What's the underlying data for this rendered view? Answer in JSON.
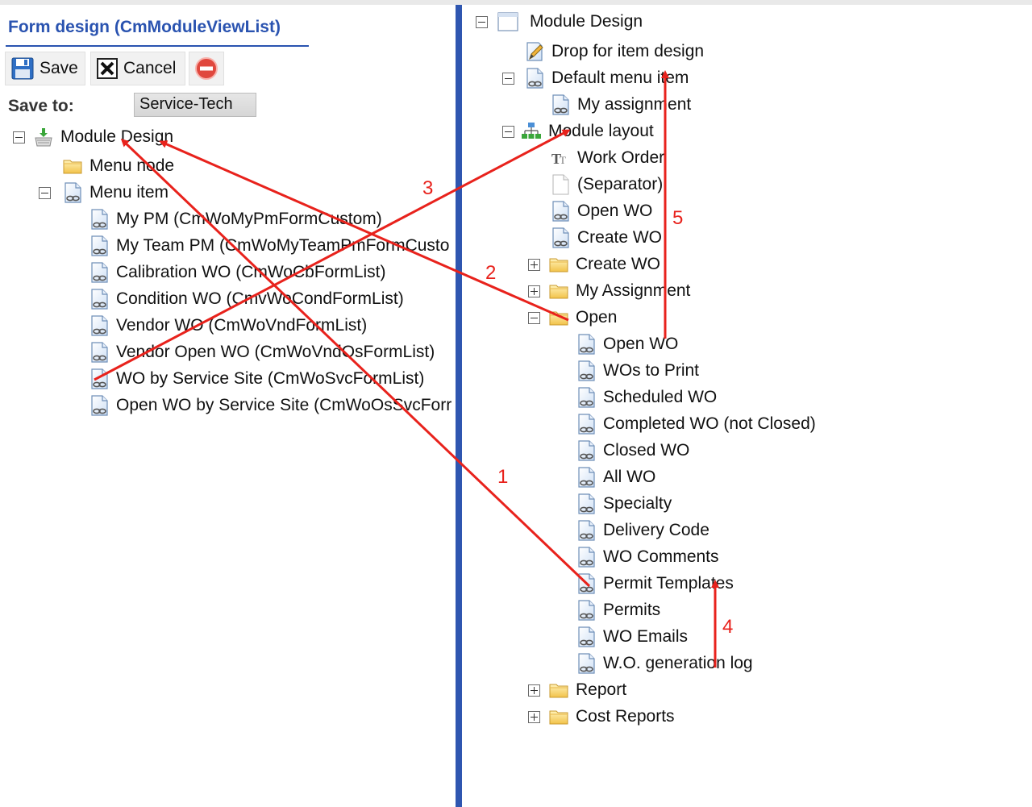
{
  "left": {
    "form_title": "Form design (CmModuleViewList)",
    "toolbar": {
      "save_label": "Save",
      "cancel_label": "Cancel"
    },
    "save_to": {
      "label": "Save to:",
      "value": "Service-Tech"
    },
    "tree": {
      "root": "Module Design",
      "menu_node": "Menu node",
      "menu_item": "Menu item",
      "items": [
        "My PM (CmWoMyPmFormCustom)",
        "My Team PM (CmWoMyTeamPmFormCusto",
        "Calibration WO (CmWoCbFormList)",
        "Condition WO (CmvWoCondFormList)",
        "Vendor WO (CmWoVndFormList)",
        "Vendor Open WO (CmWoVndOsFormList)",
        "WO by Service Site (CmWoSvcFormList)",
        "Open WO by Service Site (CmWoOsSvcForr"
      ]
    }
  },
  "right": {
    "root": "Module Design",
    "drop_item": "Drop for item design",
    "default_menu_item": "Default menu item",
    "my_assignment": "My assignment",
    "module_layout": "Module layout",
    "layout_children": [
      "Work Order",
      "(Separator)",
      "Open WO",
      "Create WO"
    ],
    "folders": {
      "create_wo": "Create WO",
      "my_assignment": "My Assignment",
      "open": "Open"
    },
    "open_children": [
      "Open WO",
      "WOs to Print",
      "Scheduled WO",
      "Completed WO (not Closed)",
      "Closed WO",
      "All WO",
      "Specialty",
      "Delivery Code",
      "WO Comments",
      "Permit Templates",
      "Permits",
      "WO Emails",
      "W.O. generation log"
    ],
    "bottom_folders": [
      "Report",
      "Cost Reports"
    ]
  },
  "annotations": {
    "labels": [
      "1",
      "2",
      "3",
      "4",
      "5"
    ],
    "color": "#e8221c"
  },
  "colors": {
    "title_blue": "#2a53b0",
    "divider": "#2f56b0"
  },
  "icons": {
    "save": "floppy-disk-icon",
    "cancel": "x-box-icon",
    "delete": "red-minus-circle-icon",
    "tree_root": "basket-download-icon",
    "folder": "folder-icon",
    "page": "page-link-icon",
    "layout": "org-chart-icon",
    "text": "text-tt-icon",
    "blank": "blank-page-icon",
    "window": "window-icon",
    "pencil": "pencil-edit-icon"
  }
}
